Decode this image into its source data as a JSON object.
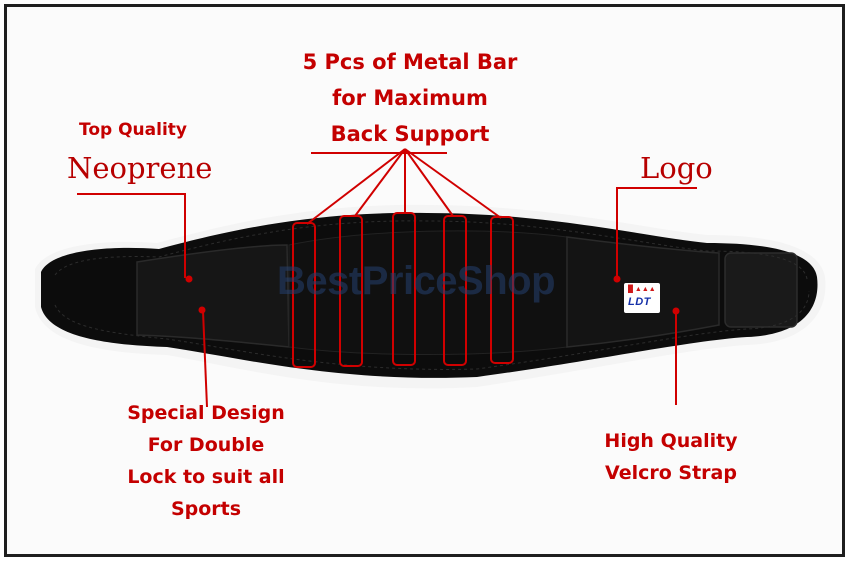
{
  "watermark": "BestPriceShop",
  "product_logo": {
    "text": "LDT",
    "brand_mark": "█ ▲▲▲"
  },
  "callouts": {
    "top_quality": "Top Quality",
    "neoprene": "Neoprene",
    "metal_bar_lines": [
      "5 Pcs of Metal Bar",
      "for Maximum",
      "Back Support"
    ],
    "logo": "Logo",
    "special_design_lines": [
      "Special Design",
      "For Double",
      "Lock to suit all",
      "Sports"
    ],
    "velcro_lines": [
      "High Quality",
      "Velcro Strap"
    ]
  },
  "colors": {
    "annotation": "#c40000",
    "belt": "#0c0c0c",
    "frame": "#1e1e1e",
    "watermark": "#244070"
  }
}
